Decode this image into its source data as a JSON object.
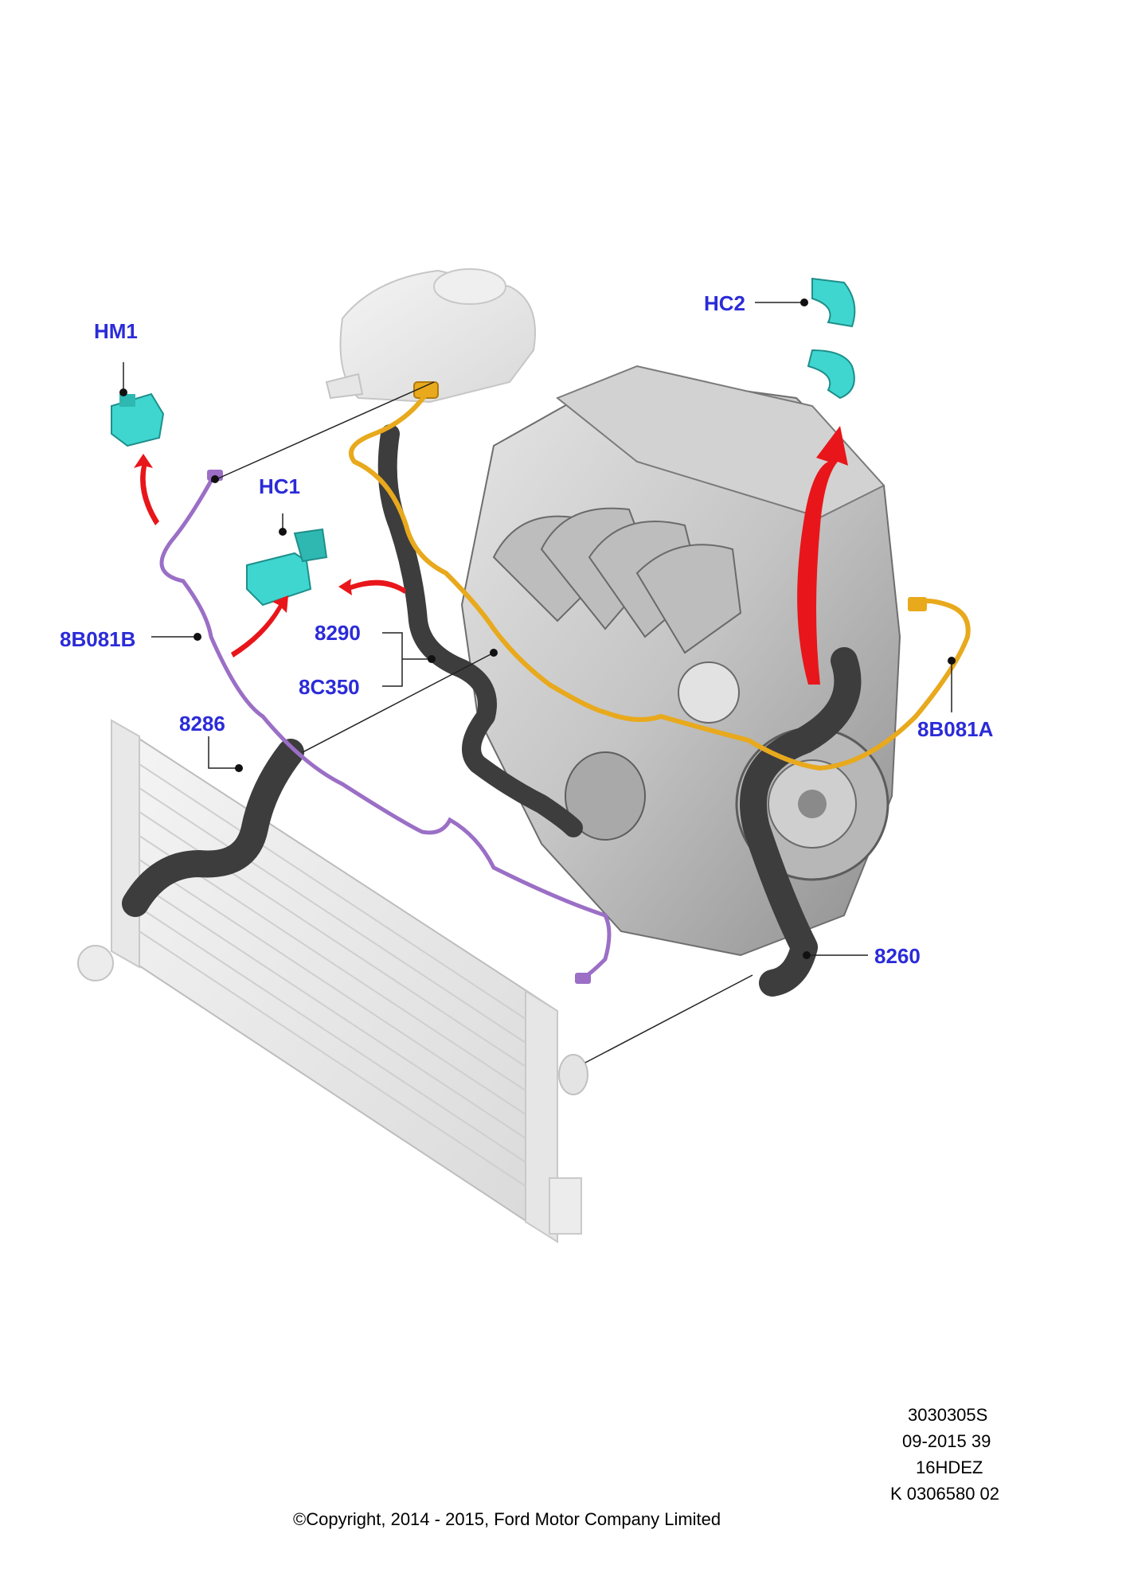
{
  "callouts": {
    "hm1": "HM1",
    "hc1": "HC1",
    "hc2": "HC2",
    "p8b081b": "8B081B",
    "p8290": "8290",
    "p8c350": "8C350",
    "p8286": "8286",
    "p8b081a": "8B081A",
    "p8260": "8260"
  },
  "footer": {
    "ref1": "3030305S",
    "ref2": "09-2015 39",
    "ref3": "16HDEZ",
    "ref4": "K 0306580 02",
    "copyright": "©Copyright, 2014 - 2015, Ford Motor Company Limited"
  },
  "colors": {
    "callout": "#2b2bd9",
    "clip": "#3fd6d0",
    "arrow": "#e8161a",
    "pipe_purple": "#9b6fc6",
    "pipe_orange": "#e8a91c",
    "hose": "#3d3d3d"
  }
}
